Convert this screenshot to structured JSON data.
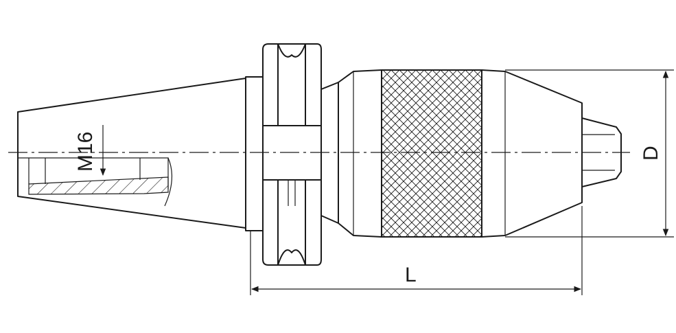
{
  "labels": {
    "thread": "M16",
    "length": "L",
    "diameter": "D"
  },
  "colors": {
    "line": "#1a1a1a",
    "background": "#ffffff"
  }
}
